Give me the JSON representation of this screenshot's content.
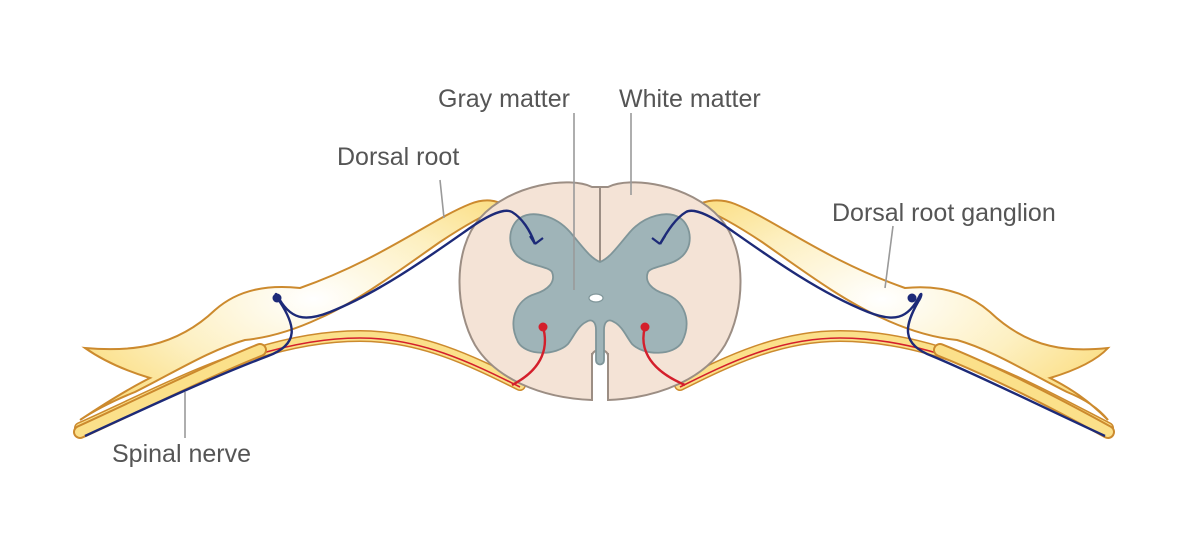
{
  "labels": {
    "gray_matter": "Gray matter",
    "white_matter": "White matter",
    "dorsal_root": "Dorsal root",
    "dorsal_root_ganglion": "Dorsal root ganglion",
    "spinal_nerve": "Spinal nerve"
  },
  "colors": {
    "white_matter_fill": "#f4e3d6",
    "gray_matter_fill": "#9fb4b8",
    "nerve_fill": "#fbe08a",
    "nerve_outline": "#cc8a2e",
    "sensory_neuron": "#1d2a78",
    "motor_neuron": "#d41f2c",
    "label_text": "#555555"
  }
}
